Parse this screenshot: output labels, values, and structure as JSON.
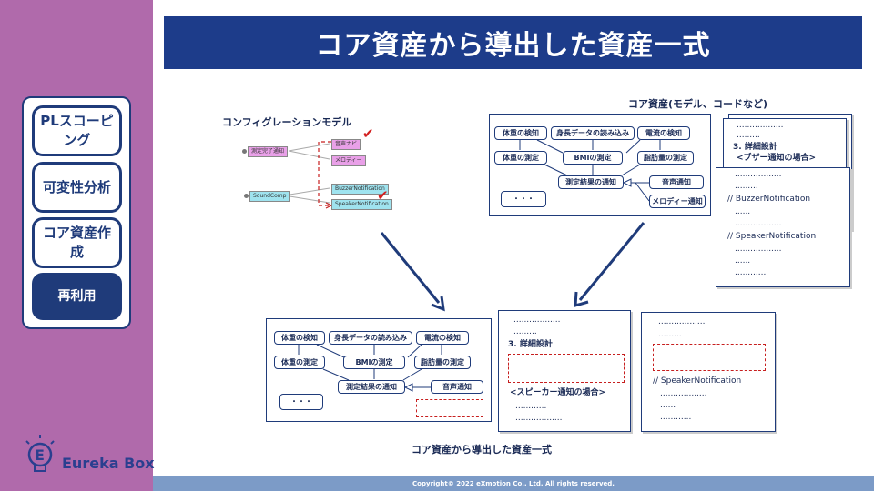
{
  "title": "コア資産から導出した資産一式",
  "sidebar": {
    "items": [
      {
        "label": "PLスコーピング"
      },
      {
        "label": "可変性分析"
      },
      {
        "label": "コア資産作成"
      },
      {
        "label": "再利用"
      }
    ],
    "logo_text": "Eureka Box"
  },
  "config_model": {
    "heading": "コンフィグレーションモデル",
    "nodes": [
      "測定完了通知",
      "音声ナビ",
      "メロディー",
      "SoundComp",
      "BuzzerNotification",
      "SpeakerNotification"
    ]
  },
  "core_assets": {
    "heading": "コア資産(モデル、コードなど)",
    "boxes": [
      "体重の検知",
      "身長データの読み込み",
      "電流の検知",
      "体重の測定",
      "BMIの測定",
      "脂肪量の測定",
      "測定結果の通知",
      "音声通知",
      "メロディー通知",
      "・・・"
    ],
    "code_lines": [
      "..................",
      ".........",
      "3. 詳細設計",
      "<ブザー通知の場合>",
      "..................",
      ".........",
      "// BuzzerNotification",
      "......",
      "..................",
      "// SpeakerNotification",
      "..................",
      "......",
      "............"
    ]
  },
  "derived": {
    "caption": "コア資産から導出した資産一式",
    "boxes": [
      "体重の検知",
      "身長データの読み込み",
      "電流の検知",
      "体重の測定",
      "BMIの測定",
      "脂肪量の測定",
      "測定結果の通知",
      "音声通知",
      "・・・"
    ],
    "doc_lines": [
      "..................",
      ".........",
      "3. 詳細設計",
      "<スピーカー通知の場合>",
      "............",
      ".................."
    ],
    "code_lines": [
      "..................",
      ".........",
      "// SpeakerNotification",
      "..................",
      "......",
      "............"
    ]
  },
  "footer": "Copyright© 2022 eXmotion Co., Ltd. All rights reserved.",
  "colors": {
    "sidebar": "#b06aab",
    "title_bar": "#1d3c8a",
    "footer": "#7c9bc7",
    "check": "#d21f1f"
  }
}
